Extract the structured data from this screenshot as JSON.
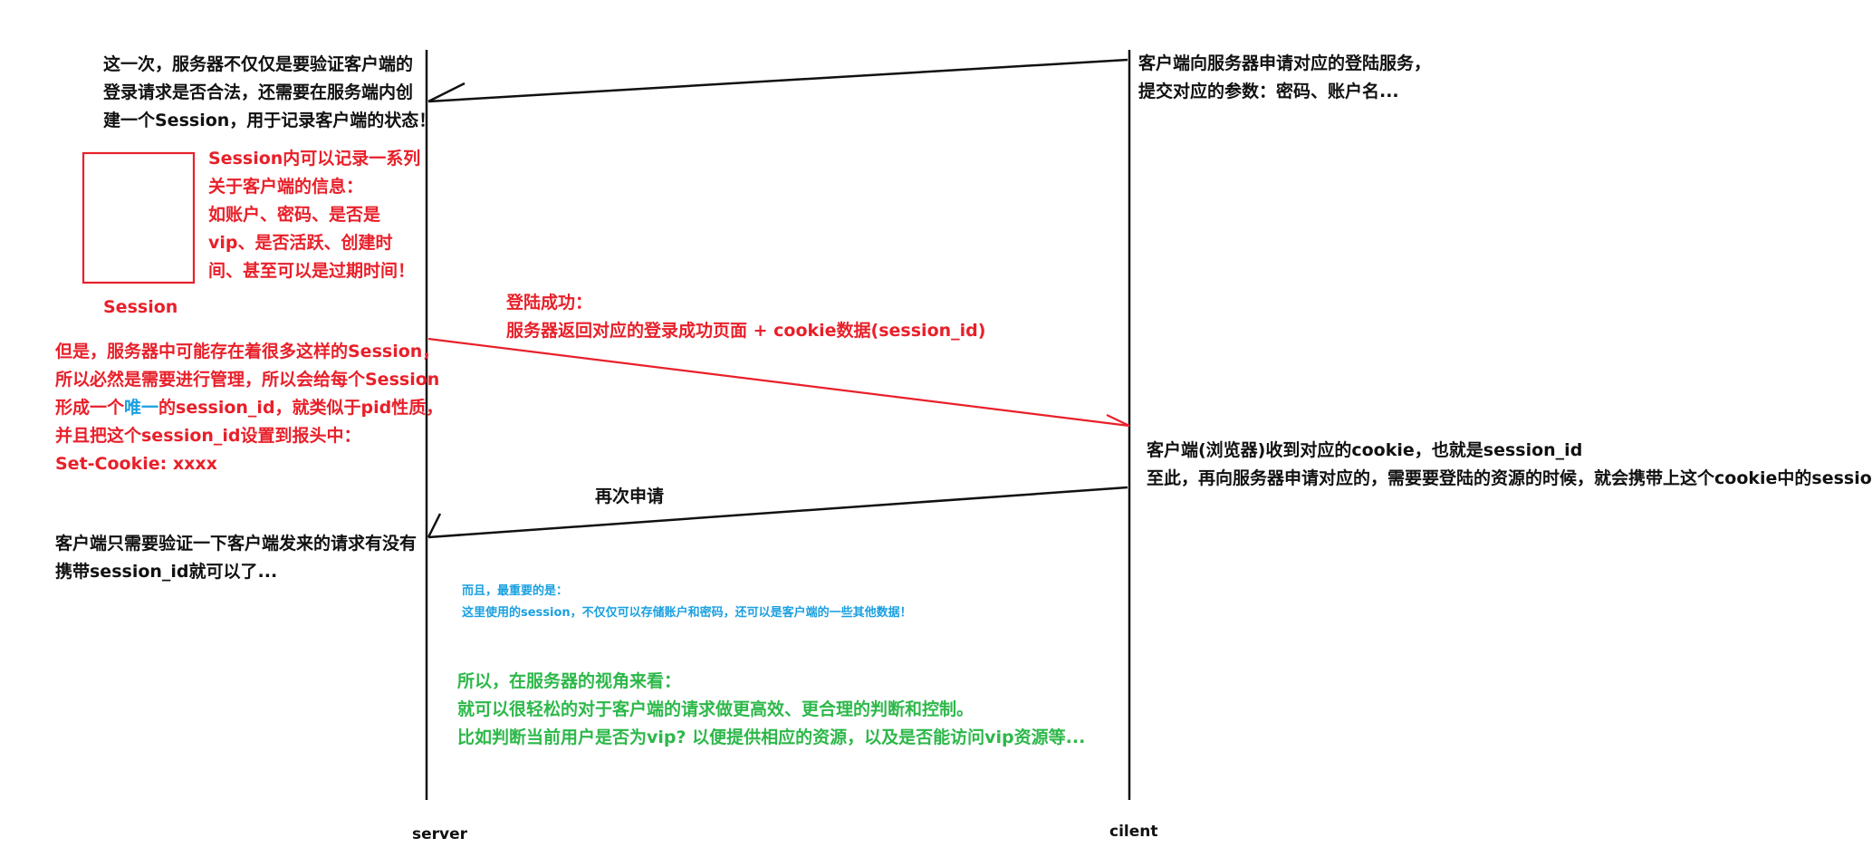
{
  "colors": {
    "black": "#111111",
    "red": "#e8202a",
    "blue": "#1aa0e0",
    "green": "#2db84a"
  },
  "lifelines": {
    "server": "server",
    "client": "cilent"
  },
  "server_note": [
    "这一次，服务器不仅仅是要验证客户端的",
    "登录请求是否合法，还需要在服务端内创",
    "建一个Session，用于记录客户端的状态！"
  ],
  "session_box_label": "Session",
  "session_note": [
    "Session内可以记录一系列",
    "关于客户端的信息：",
    "如账户、密码、是否是",
    "vip、是否活跃、创建时",
    "间、甚至可以是过期时间！"
  ],
  "manage_note": {
    "line1": "但是，服务器中可能存在着很多这样的Session，",
    "line2": "所以必然是需要进行管理，所以会给每个Session",
    "line3_a": "形成一个",
    "line3_unique": "唯一",
    "line3_b": "的session_id，就类似于pid性质，",
    "line4": "并且把这个session_id设置到报头中：",
    "line5": "Set-Cookie: xxxx"
  },
  "verify_note": [
    "客户端只需要验证一下客户端发来的请求有没有",
    "携带session_id就可以了..."
  ],
  "client_request_note": [
    "客户端向服务器申请对应的登陆服务，",
    "提交对应的参数：密码、账户名..."
  ],
  "login_success": [
    "登陆成功：",
    "服务器返回对应的登录成功页面 + cookie数据(session_id)"
  ],
  "client_receive_note": [
    "客户端(浏览器)收到对应的cookie，也就是session_id",
    "至此，再向服务器申请对应的，需要要登陆的资源的时候，就会携带上这个cookie中的session_id"
  ],
  "again_request": "再次申请",
  "blue_note": [
    "而且，最重要的是：",
    "这里使用的session，不仅仅可以存储账户和密码，还可以是客户端的一些其他数据！"
  ],
  "green_note": [
    "所以，在服务器的视角来看：",
    "就可以很轻松的对于客户端的请求做更高效、更合理的判断和控制。",
    "比如判断当前用户是否为vip? 以便提供相应的资源，以及是否能访问vip资源等..."
  ]
}
